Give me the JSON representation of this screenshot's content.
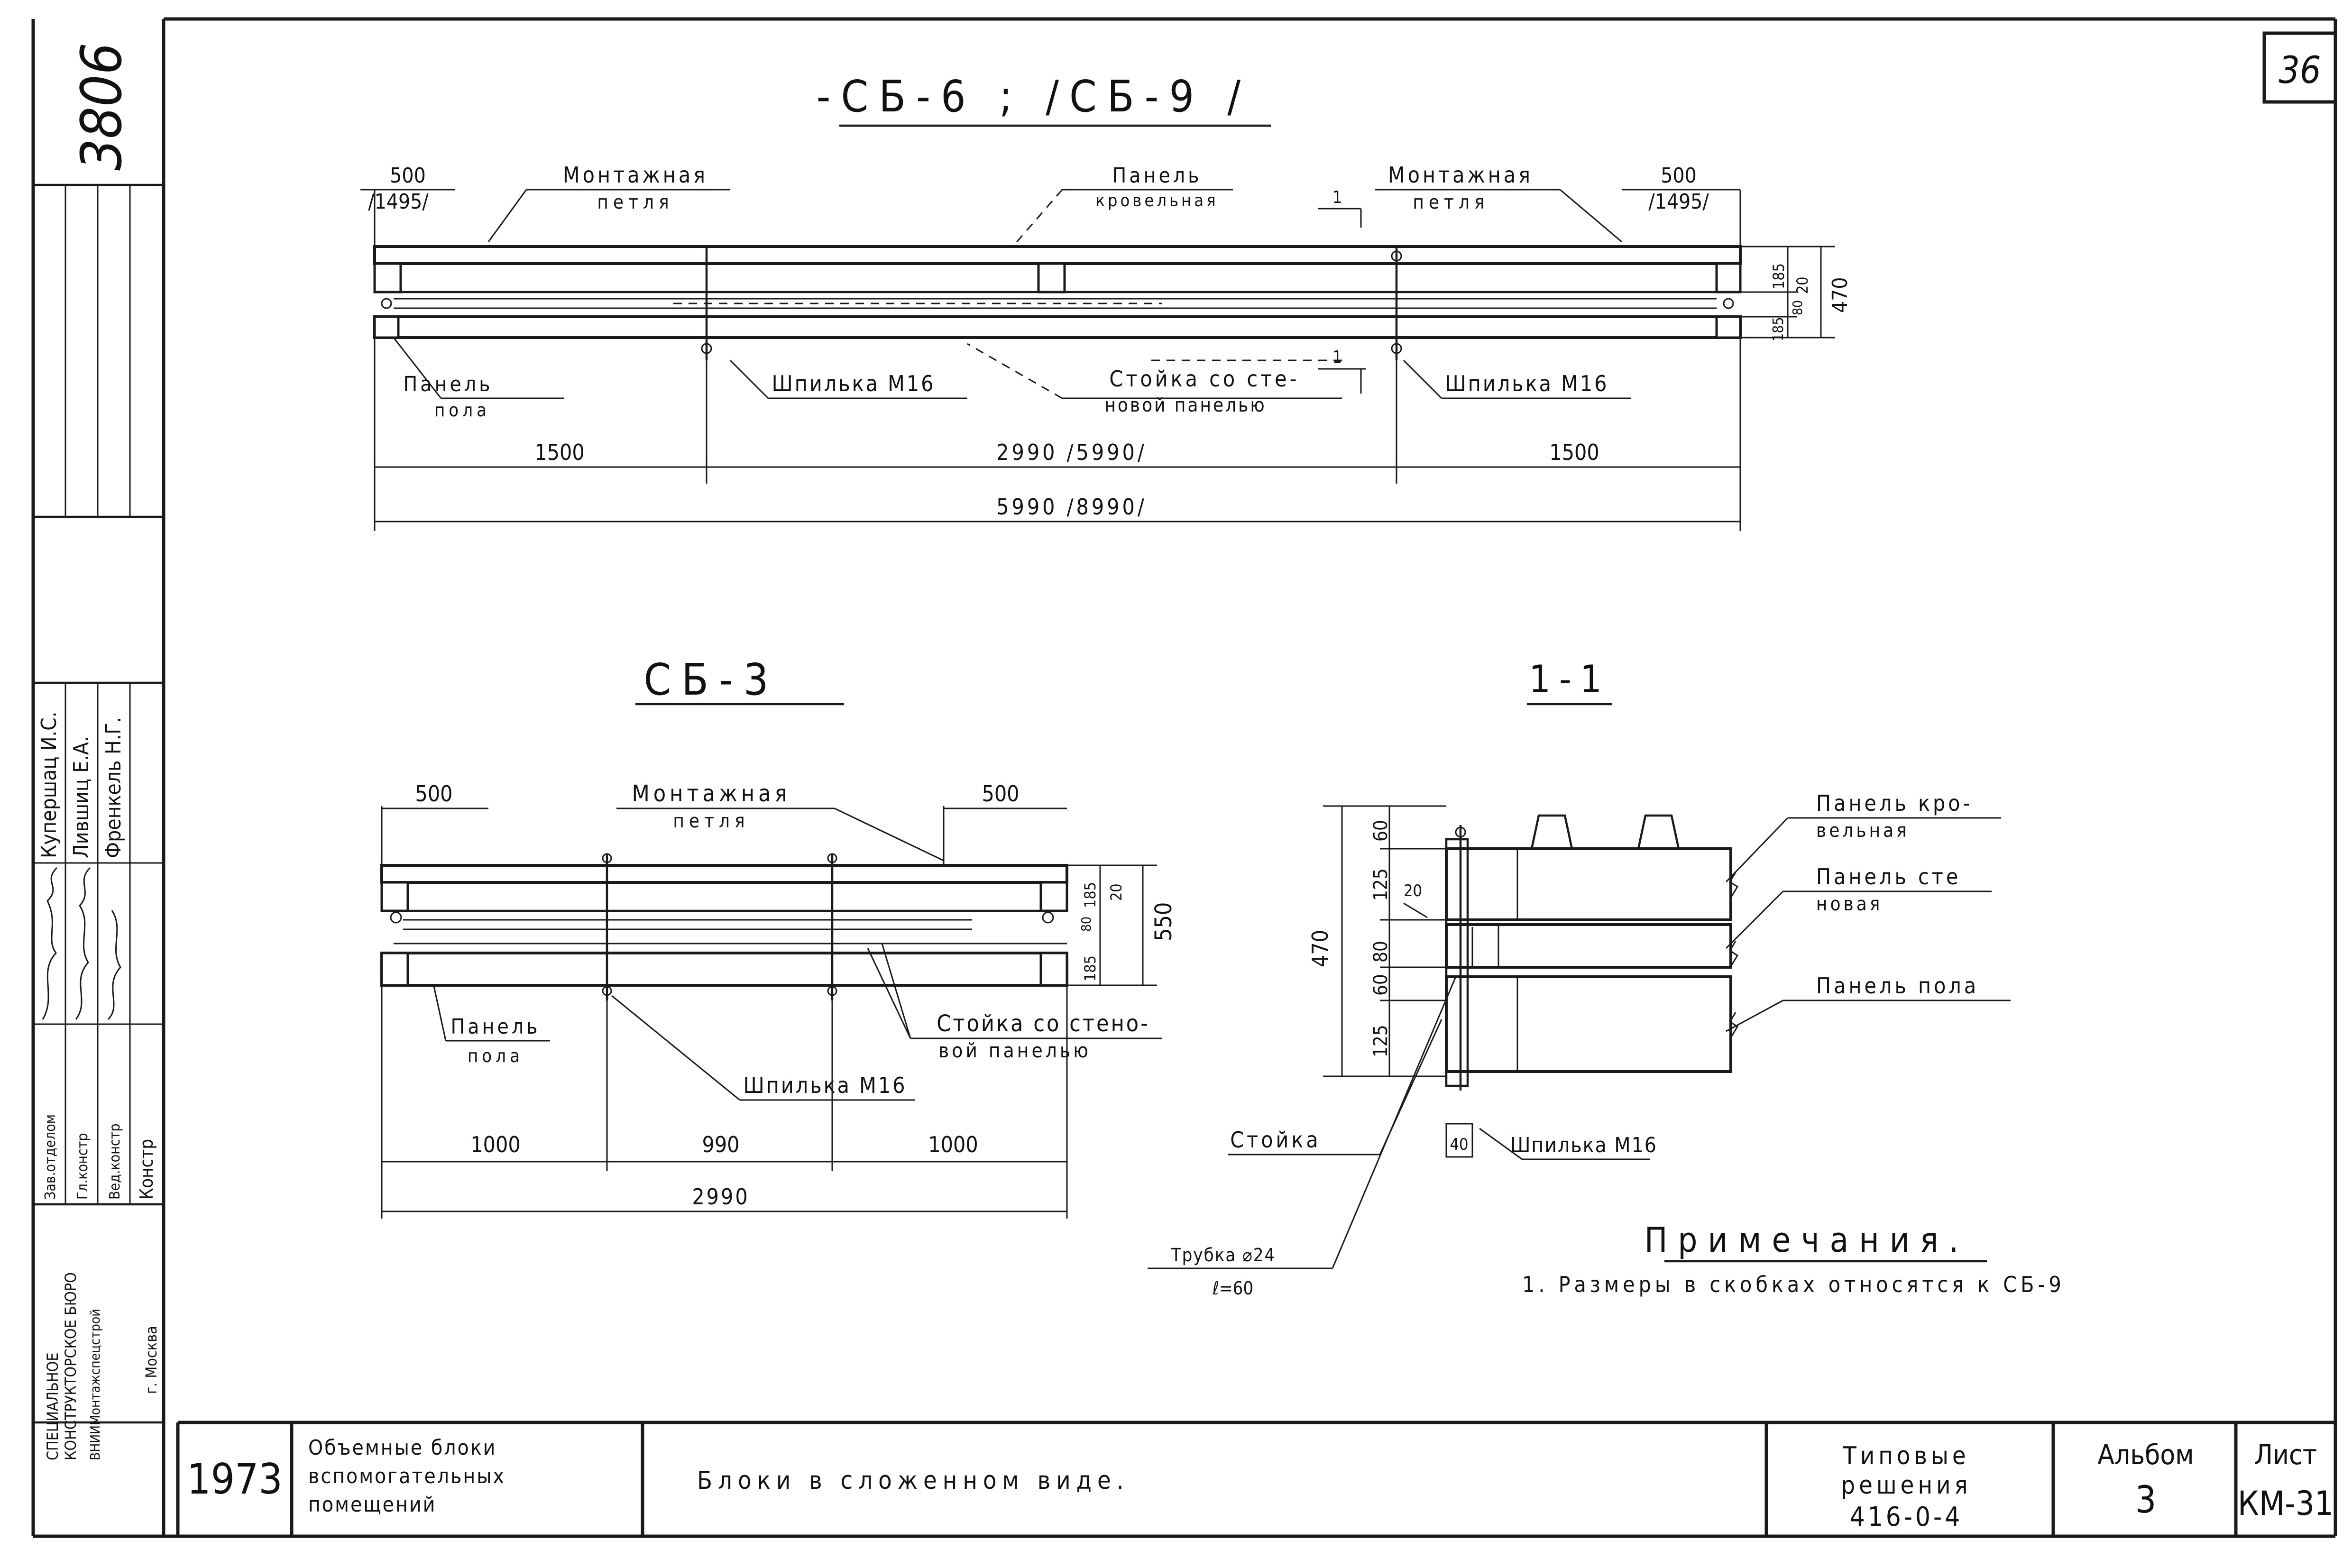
{
  "frame": {
    "archive_number": "3806",
    "sheet_number": "36"
  },
  "view_top": {
    "title": "-СБ-6 ; /СБ-9 /",
    "dim_left_top": "500",
    "dim_left_bottom": "/1495/",
    "dim_right_top": "500",
    "dim_right_bottom": "/1495/",
    "loop_left_1": "Монтажная",
    "loop_left_2": "петля",
    "roof_1": "Панель",
    "roof_2": "кровельная",
    "loop_right_1": "Монтажная",
    "loop_right_2": "петля",
    "floor_1": "Панель",
    "floor_2": "пола",
    "stud_left": "Шпилька М16",
    "post_1": "Стойка со сте-",
    "post_2": "новой панелью",
    "stud_right": "Шпилька М16",
    "section_mark_top": "1",
    "section_mark_bottom": "1",
    "dim_v_185_top": "185",
    "dim_v_20": "20",
    "dim_v_185_bottom": "185",
    "dim_v_80": "80",
    "dim_v_470": "470",
    "dim_1500_left": "1500",
    "dim_mid": "2990  /5990/",
    "dim_1500_right": "1500",
    "dim_total": "5990  /8990/"
  },
  "view_sb3": {
    "title": "СБ-3",
    "dim_500_left": "500",
    "dim_500_right": "500",
    "loop_1": "Монтажная",
    "loop_2": "петля",
    "floor_1": "Панель",
    "floor_2": "пола",
    "stud": "Шпилька М16",
    "post_1": "Стойка со стено-",
    "post_2": "вой панелью",
    "dim_v_185_top": "185",
    "dim_v_20": "20",
    "dim_v_185_bottom": "185",
    "dim_v_80": "80",
    "dim_v_550": "550",
    "dim_1000_left": "1000",
    "dim_990": "990",
    "dim_1000_right": "1000",
    "dim_2990": "2990"
  },
  "section_11": {
    "title": "1-1",
    "dim_470": "470",
    "dim_60_top": "60",
    "dim_125_top": "125",
    "dim_20": "20",
    "dim_80": "80",
    "dim_60_bottom": "60",
    "dim_125_bottom": "125",
    "roof_1": "Панель кро-",
    "roof_2": "вельная",
    "wall_1": "Панель сте",
    "wall_2": "новая",
    "floor": "Панель пола",
    "post": "Стойка",
    "dim_40": "40",
    "stud": "Шпилька М16",
    "tube_1": "Трубка ⌀24",
    "tube_2": "ℓ=60"
  },
  "notes": {
    "heading": "Примечания.",
    "note_1": "1. Размеры в скобках относятся к СБ-9"
  },
  "side_stamp": {
    "role_1": "Зав.отделом",
    "role_2": "Гл.констр",
    "role_3": "Вед.констр",
    "role_4": "Констр",
    "name_1": "Купершац И.С.",
    "name_2": "Лившиц Е.А.",
    "name_3": "Френкель Н.Г.",
    "org_1": "СПЕЦИАЛЬНОЕ",
    "org_2": "КОНСТРУКТОРСКОЕ  БЮРО",
    "org_3": "ВНИИМонтажспецстрой",
    "city": "г. Москва"
  },
  "title_block": {
    "year": "1973",
    "object_1": "Объемные блоки",
    "object_2": "вспомогательных",
    "object_3": "помещений",
    "sheet_title": "Блоки в сложенном виде.",
    "series_1": "Типовые",
    "series_2": "решения",
    "series_3": "416-0-4",
    "album_label": "Альбом",
    "album_value": "3",
    "sheet_label": "Лист",
    "sheet_value": "КМ-31"
  }
}
